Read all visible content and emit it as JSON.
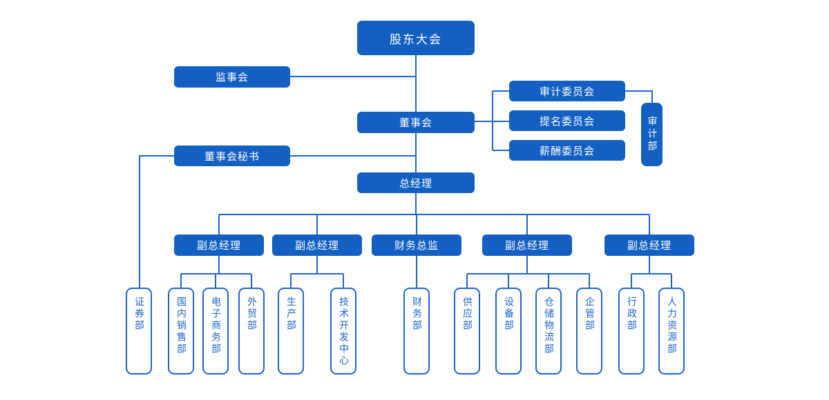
{
  "diagram_type": "organization-chart",
  "colors": {
    "box_fill": "#1460c2",
    "box_text": "#ffffff",
    "line": "#1c64cd",
    "dept_border": "#1c64cd",
    "dept_text": "#1c64cd",
    "background": "#ffffff"
  },
  "nodes": {
    "shareholders": "股东大会",
    "supervisory_board": "监事会",
    "board": "董事会",
    "audit_committee": "审计委员会",
    "nomination_committee": "提名委员会",
    "remuneration_committee": "薪酬委员会",
    "audit_dept": "审计部",
    "board_secretary": "董事会秘书",
    "general_manager": "总经理",
    "managers": [
      "副总经理",
      "副总经理",
      "财务总监",
      "副总经理",
      "副总经理"
    ],
    "departments": [
      "证券部",
      "国内销售部",
      "电子商务部",
      "外贸部",
      "生产部",
      "技术开发中心",
      "财务部",
      "供应部",
      "设备部",
      "仓储物流部",
      "企管部",
      "行政部",
      "人力资源部"
    ]
  }
}
